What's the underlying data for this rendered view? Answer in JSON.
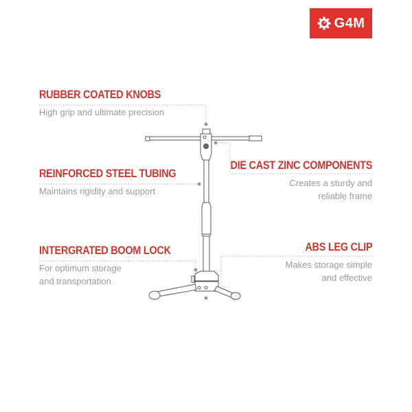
{
  "brand": {
    "logo_text": "G4M",
    "logo_icon": "gear-gauge-icon",
    "accent_color": "#e0322d"
  },
  "features": [
    {
      "id": "rubber-coated-knobs",
      "title": "RUBBER COATED KNOBS",
      "desc_lines": [
        "High grip and ultimate precision"
      ],
      "side": "left"
    },
    {
      "id": "reinforced-steel-tubing",
      "title": "REINFORCED STEEL TUBING",
      "desc_lines": [
        "Maintains rigidity and support"
      ],
      "side": "left"
    },
    {
      "id": "intergrated-boom-lock",
      "title": "INTERGRATED BOOM LOCK",
      "desc_lines": [
        "For optimum storage",
        "and transportation"
      ],
      "side": "left"
    },
    {
      "id": "die-cast-zinc-components",
      "title": "DIE CAST ZINC COMPONENTS",
      "desc_lines": [
        "Creates a sturdy and",
        "reliable frame"
      ],
      "side": "right"
    },
    {
      "id": "abs-leg-clip",
      "title": "ABS LEG CLIP",
      "desc_lines": [
        "Makes storage simple",
        "and effective"
      ],
      "side": "right"
    }
  ],
  "colors": {
    "title": "#c8382f",
    "desc": "#9a9a9a",
    "leader": "#aaaaaa",
    "drawing": "#555555"
  }
}
